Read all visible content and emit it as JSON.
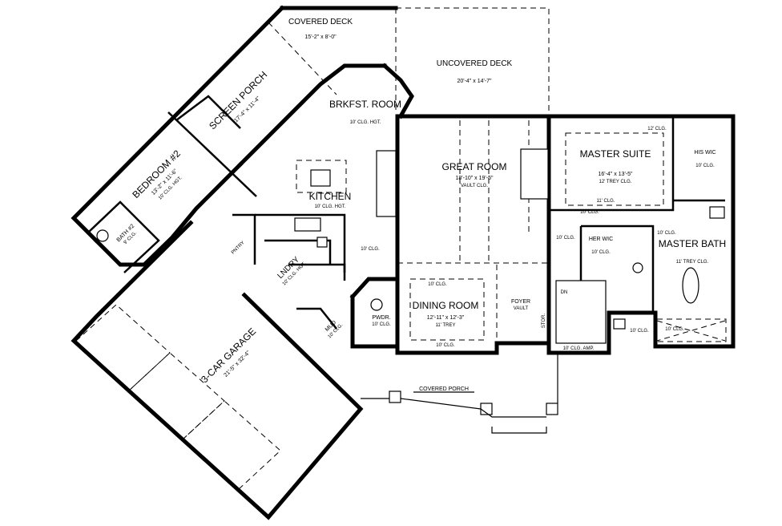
{
  "rooms": {
    "covered_deck": {
      "name": "COVERED DECK",
      "dims": "15'-2\" x 8'-0\""
    },
    "screen_porch": {
      "name": "SCREEN PORCH",
      "dims": "17'-4\" x 11'-4\""
    },
    "uncovered_deck": {
      "name": "UNCOVERED DECK",
      "dims": "20'-4\" x 14'-7\""
    },
    "brkfst_room": {
      "name": "BRKFST. ROOM",
      "note": "10' CLG. HGT."
    },
    "bedroom2": {
      "name": "BEDROOM #2",
      "dims": "13'-2\" x 11'-6\"",
      "note": "10' CLG. HGT."
    },
    "bath2": {
      "name": "BATH #2",
      "note": "9' CLG."
    },
    "kitchen": {
      "name": "KITCHEN",
      "note": "10' CLG. HGT."
    },
    "great_room": {
      "name": "GREAT ROOM",
      "dims": "18'-10\" x 19'-5\"",
      "note": "VAULT CLG."
    },
    "master_suite": {
      "name": "MASTER SUITE",
      "dims": "16'-4\" x 13'-5\"",
      "note": "12' TREY CLG."
    },
    "his_wic": {
      "name": "HIS WIC",
      "note": "10' CLG."
    },
    "her_wic": {
      "name": "HER WIC",
      "note": "10' CLG."
    },
    "master_bath": {
      "name": "MASTER BATH",
      "note": "11' TREY CLG."
    },
    "pantry": {
      "name": "PNTRY"
    },
    "laundry": {
      "name": "LNDRY",
      "note": "10' CLG. HGT."
    },
    "dining_room": {
      "name": "DINING ROOM",
      "dims": "12'-11\" x 12'-3\"",
      "note": "11' TREY"
    },
    "foyer": {
      "name": "FOYER",
      "note": "VAULT"
    },
    "pwdr": {
      "name": "PWDR.",
      "note": "10' CLG."
    },
    "mud": {
      "name": "MUD",
      "note": "10' CLG."
    },
    "garage": {
      "name": "3-CAR GARAGE",
      "dims": "21'-5\" x 32'-4\""
    },
    "covered_porch": {
      "name": "COVERED PORCH"
    }
  },
  "notes": {
    "clg10": "10' CLG.",
    "clg12": "12' CLG.",
    "clg11": "11' CLG.",
    "clg10_amp": "10' CLG. AMP.",
    "hall_clg": "10' CLG.",
    "dn": "DN",
    "stor": "STOR."
  }
}
